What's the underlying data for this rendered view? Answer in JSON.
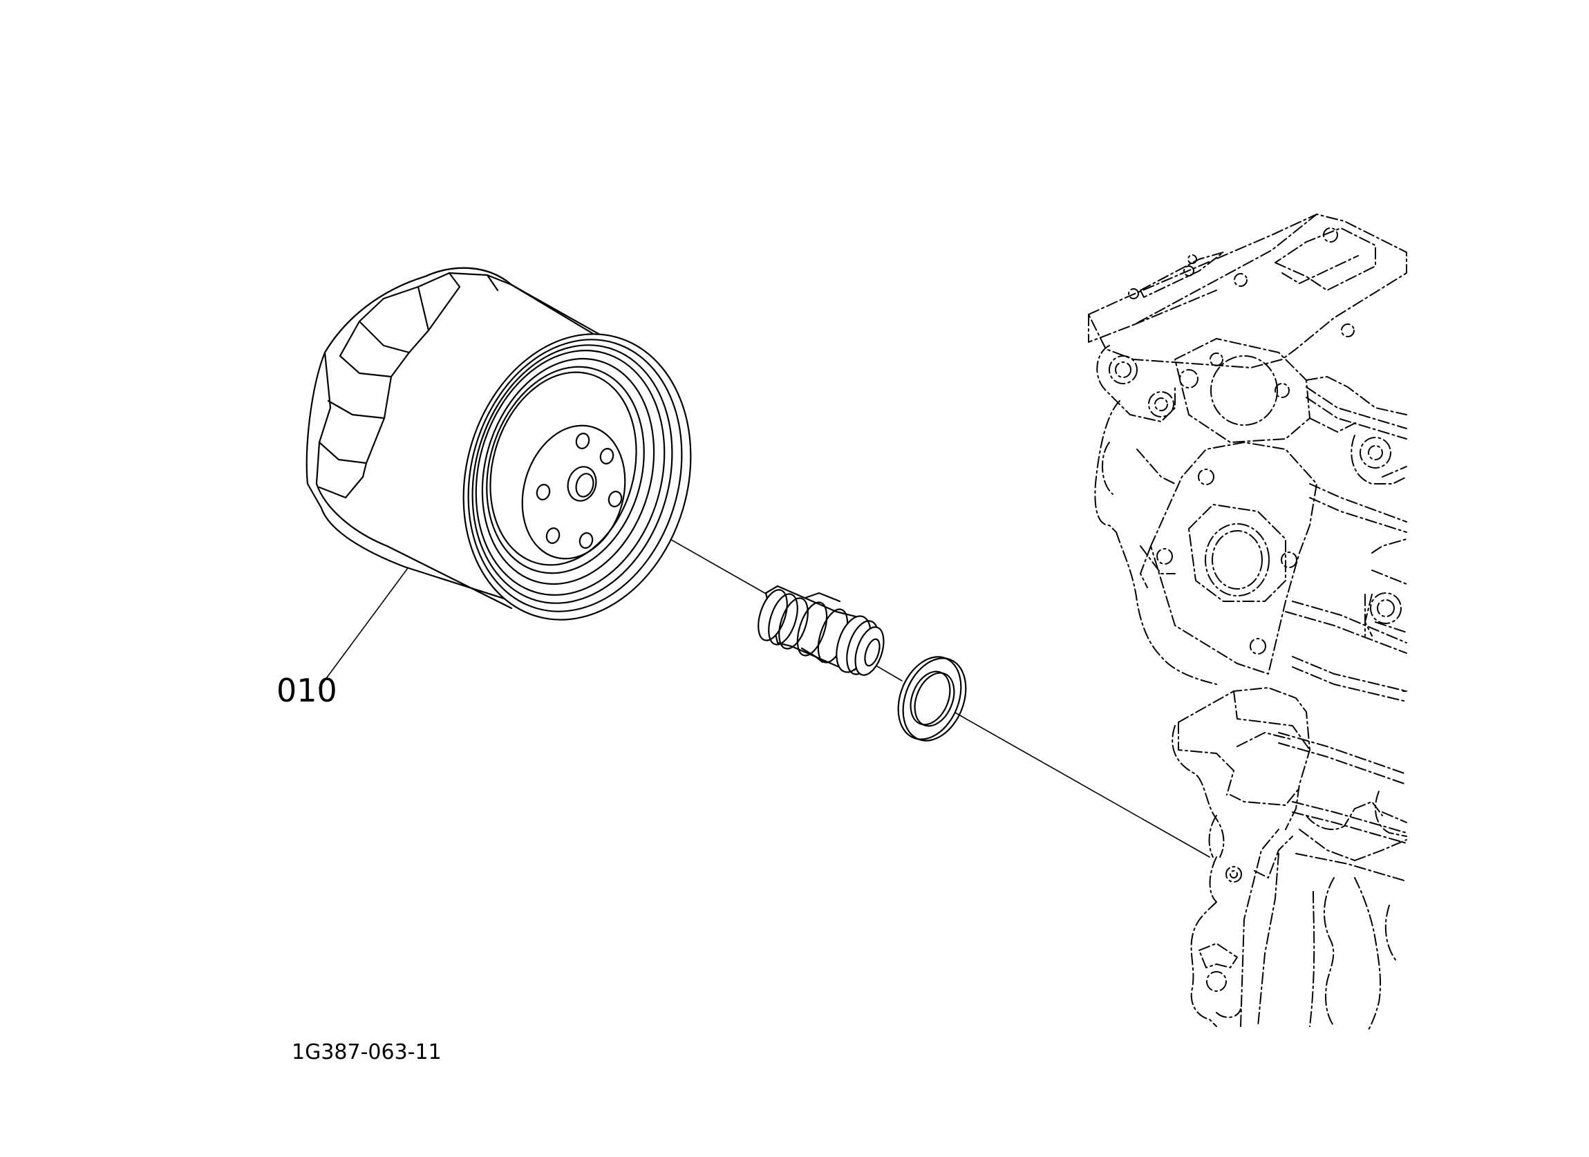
{
  "diagram": {
    "callouts": [
      {
        "id": "part-010",
        "label": "010"
      }
    ],
    "figure_code": "1G387-063-11"
  }
}
